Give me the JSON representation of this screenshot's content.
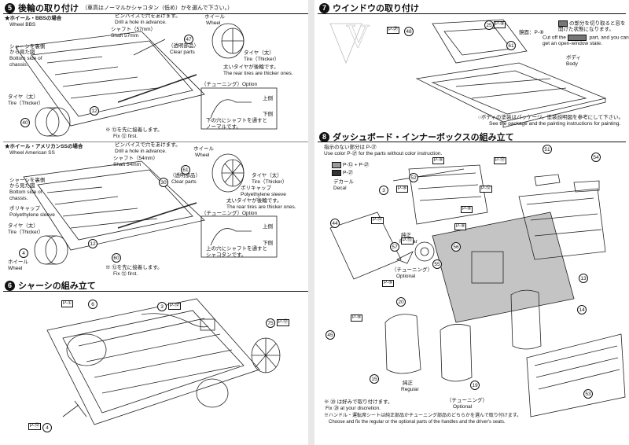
{
  "step5": {
    "num": "5",
    "title": "後輪の取り付け",
    "note": "（車高はノーマルかシャコタン（低め）かを選んで下さい。）",
    "bbs": {
      "heading": "★ホイール・BBSの場合",
      "heading_en": "Wheel BBS",
      "drill_jp": "ピンバイスで穴をあけます。",
      "drill_en": "Drill a hole in advance.",
      "shaft_jp": "シャフト（57mm）",
      "shaft_en": "Shaft 57mm",
      "clear_jp": "（透明部品）",
      "clear_en": "Clear parts",
      "wheel_jp": "ホイール",
      "wheel_en": "Wheel",
      "chassis_jp1": "シャーシを裏側",
      "chassis_jp2": "から見た図",
      "chassis_en1": "Bottom side of",
      "chassis_en2": "chassis.",
      "tire_thick_jp": "タイヤ（太）",
      "tire_thick_en": "Tire（Thicker）",
      "rear_jp": "太いタイヤが後輪です。",
      "rear_en": "The rear tires are thicker ones.",
      "tire_left_jp": "タイヤ（太）",
      "tire_left_en": "Tire（Thicker）",
      "tuning": "（チューニング）Option",
      "up": "上側",
      "down": "下側",
      "lower_hole_1": "下の穴にシャフトを通すと",
      "lower_hole_2": "ノーマルです。",
      "fix_jp": "※ ⑫を先に接着します。",
      "fix_en": "Fix ⑫ first.",
      "c47": "47",
      "c40": "40",
      "c12": "12"
    },
    "ss": {
      "heading": "★ホイール・アメリカンSSの場合",
      "heading_en": "Wheel American SS",
      "drill_jp": "ピンバイスで穴をあけます。",
      "drill_en": "Drill a hole in advance.",
      "shaft_jp": "シャフト（54mm）",
      "shaft_en": "Shaft 54mm",
      "clear_jp": "（透明部品）",
      "clear_en": "Clear parts",
      "wheel_jp": "ホイール",
      "wheel_en": "Wheel",
      "chassis_jp1": "シャーシを裏側",
      "chassis_jp2": "から見た図",
      "chassis_en1": "Bottom side of",
      "chassis_en2": "chassis.",
      "poly_jp": "ポリキャップ",
      "poly_en": "Polyethylene sleeve",
      "poly2_jp": "ポリキャップ",
      "poly2_en": "Polyethylene sleeve",
      "tire_thick_jp": "タイヤ（太）",
      "tire_thick_en": "Tire（Thicker）",
      "rear_jp": "太いタイヤが後輪です。",
      "rear_en": "The rear tires are thicker ones.",
      "tire_left_jp": "タイヤ（太）",
      "tire_left_en": "Tire（Thicker）",
      "wheel_left_jp": "ホイール",
      "wheel_left_en": "Wheel",
      "tuning": "（チューニング）Option",
      "up": "上側",
      "down": "下側",
      "upper_hole_1": "上の穴にシャフトを通すと",
      "upper_hole_2": "シャコタンです。",
      "fix_jp": "※ ⑫を先に接着します。",
      "fix_en": "Fix ⑫ first.",
      "c61": "61",
      "c4": "4",
      "c12": "12",
      "c30": "30",
      "c60": "60"
    }
  },
  "step6": {
    "num": "6",
    "title": "シャーシの組み立て",
    "pa_label": "P-①",
    "c6": "6",
    "c3": "3",
    "c75": "75",
    "c4": "4",
    "tags": [
      "P-⑫",
      "P-⑫",
      "P-⑫"
    ]
  },
  "step7": {
    "num": "7",
    "title": "ウインドウの取り付け",
    "cut_jp1": "の部分を切り取ると窓を",
    "cut_jp2": "開けた状態になります。",
    "cut_en1": "Cut off the",
    "cut_en2": "part, and you can",
    "cut_en3": "get an open-window state.",
    "clear_label": "鏡面：P-⑧",
    "body_jp": "ボディ",
    "body_en": "Body",
    "paint_jp": "○ボディの塗装はパッケージ、塗装説明図を参考にして下さい。",
    "paint_en": "See the package and the painting instructions for painting.",
    "c48": "48",
    "c25": "25",
    "c61": "61",
    "tag1": "P-㉗",
    "tag2": "P-⑧"
  },
  "step8": {
    "num": "8",
    "title": "ダッシュボード・インナーボックスの組み立て",
    "color_jp": "指示のない部分は P-㉗",
    "color_en": "Use color P-㉗ for the parts without color instruction.",
    "legend": [
      "P-⑫ + P-㉗",
      "P-㉗"
    ],
    "decal_jp": "デカール",
    "decal_en": "Decal",
    "regular_jp": "純正",
    "regular_en": "Regular",
    "tuning_jp": "（チューニング）",
    "tuning_en": "Optional",
    "regular2_jp": "純正",
    "regular2_en": "Regular",
    "tuning2_jp": "（チューニング）",
    "tuning2_en": "Optional",
    "fix_jp": "※ ⑳ は好みで取り付けます。",
    "fix_en": "Fix ⑳ at your discretion.",
    "choose_jp": "※ハンドル・運転席シートは純正部品かチューニング部品のどちらかを選んで取り付けます。",
    "choose_en": "Choose and fix the regular or the optional parts of the handles and the driver's seats.",
    "callouts": [
      "51",
      "54",
      "52",
      "44",
      "57",
      "56",
      "55",
      "13",
      "14",
      "15",
      "45",
      "53",
      "20",
      "19",
      "3"
    ],
    "tags": [
      "P-⑧",
      "P-⑫",
      "P-⑧",
      "P-⑫",
      "P-⑫",
      "P-⑧",
      "P-⑧",
      "P-⑧",
      "P-⑫",
      "P-⑧"
    ]
  }
}
